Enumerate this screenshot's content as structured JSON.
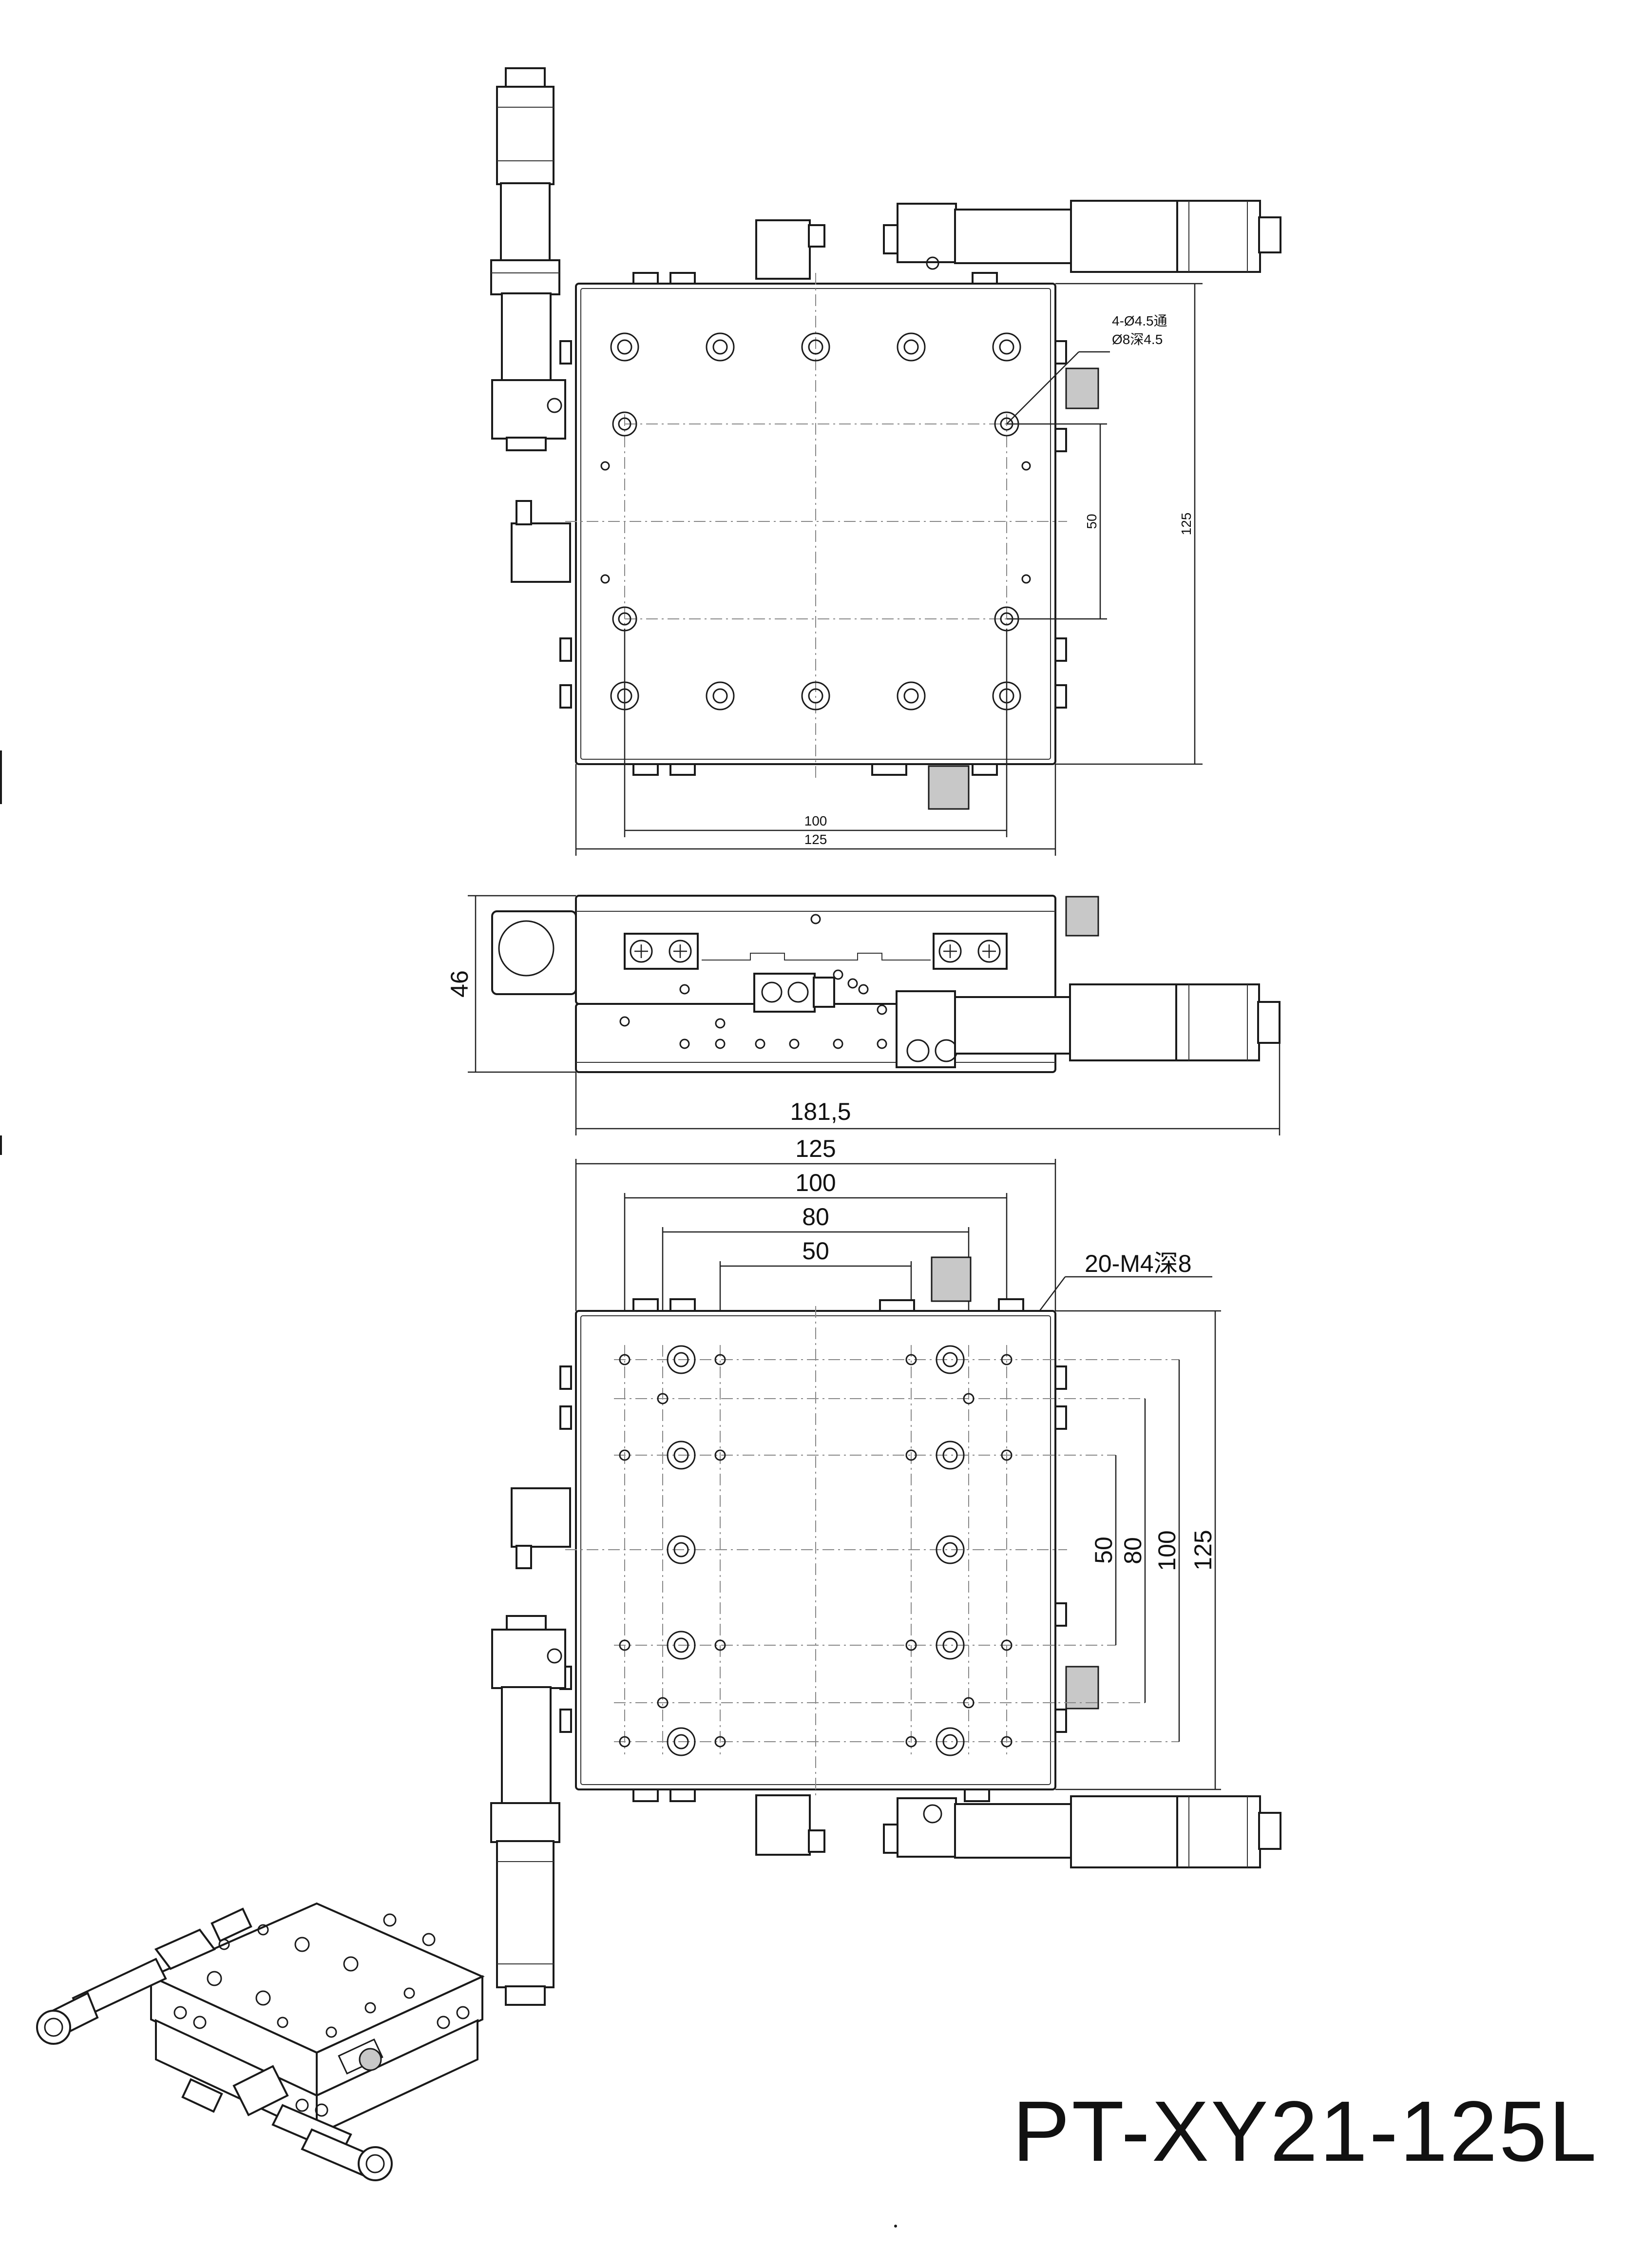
{
  "model": "PT-XY21-125L",
  "top_view": {
    "hole_callout_line1": "4-Ø4.5通",
    "hole_callout_line2": "Ø8深4.5",
    "dim_50": "50",
    "dim_125_right": "125",
    "dim_100_bottom": "100",
    "dim_125_bottom": "125"
  },
  "side_view": {
    "dim_height": "46",
    "dim_length": "181,5"
  },
  "bottom_view": {
    "dim_125": "125",
    "dim_100": "100",
    "dim_80": "80",
    "dim_50": "50",
    "thread_callout": "20-M4深8",
    "dim_v_50": "50",
    "dim_v_80": "80",
    "dim_v_100": "100",
    "dim_v_125": "125"
  },
  "colors": {
    "line": "#1a1a1a",
    "centerline": "#888888",
    "background": "#ffffff"
  }
}
